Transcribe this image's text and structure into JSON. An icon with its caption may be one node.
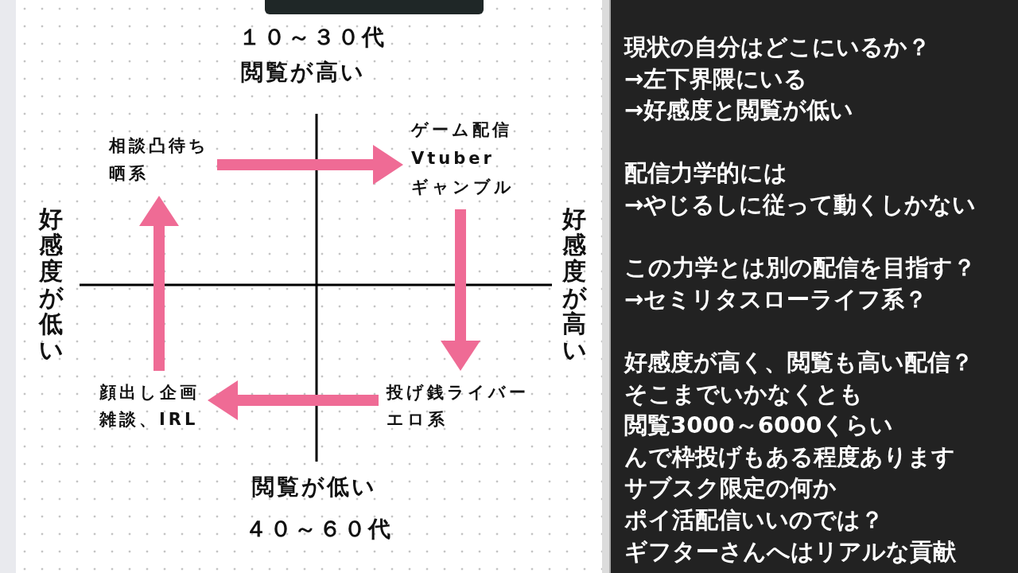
{
  "diagram": {
    "nodes": [
      {
        "text": [
          "相談凸待ち",
          "晒系"
        ]
      },
      {
        "text": [
          "ゲーム配信",
          "Vtuber",
          "ギャンブル"
        ]
      },
      {
        "text": [
          "顔出し企画",
          "雑談、IRL"
        ]
      },
      {
        "text": [
          "投げ銭ライバー",
          "エロ系"
        ]
      }
    ],
    "edges": [
      {
        "from": 0,
        "to": 1,
        "arrow": "to"
      },
      {
        "from": 1,
        "to": 3,
        "arrow": "to"
      },
      {
        "from": 3,
        "to": 2,
        "arrow": "to"
      },
      {
        "from": 2,
        "to": 0,
        "arrow": "to"
      }
    ],
    "labels": [
      "１０～３０代",
      "閲覧が高い",
      "好感度が低い",
      "好感度が高い",
      "閲覧が低い",
      "４０～６０代",
      "現状の自分はどこにいるか？",
      "→左下界隈にいる",
      "→好感度と閲覧が低い",
      "配信力学的には",
      "→やじるしに従って動くしかない",
      "この力学とは別の配信を目指す？",
      "→セミリタスローライフ系？",
      "好感度が高く、閲覧も高い配信？",
      "そこまでいかなくとも",
      "閲覧3000～6000くらい",
      "んで枠投げもある程度あります",
      "サブスク限定の何か",
      "ポイ活配信いいのでは？",
      "ギフターさんへはリアルな貢献"
    ]
  }
}
